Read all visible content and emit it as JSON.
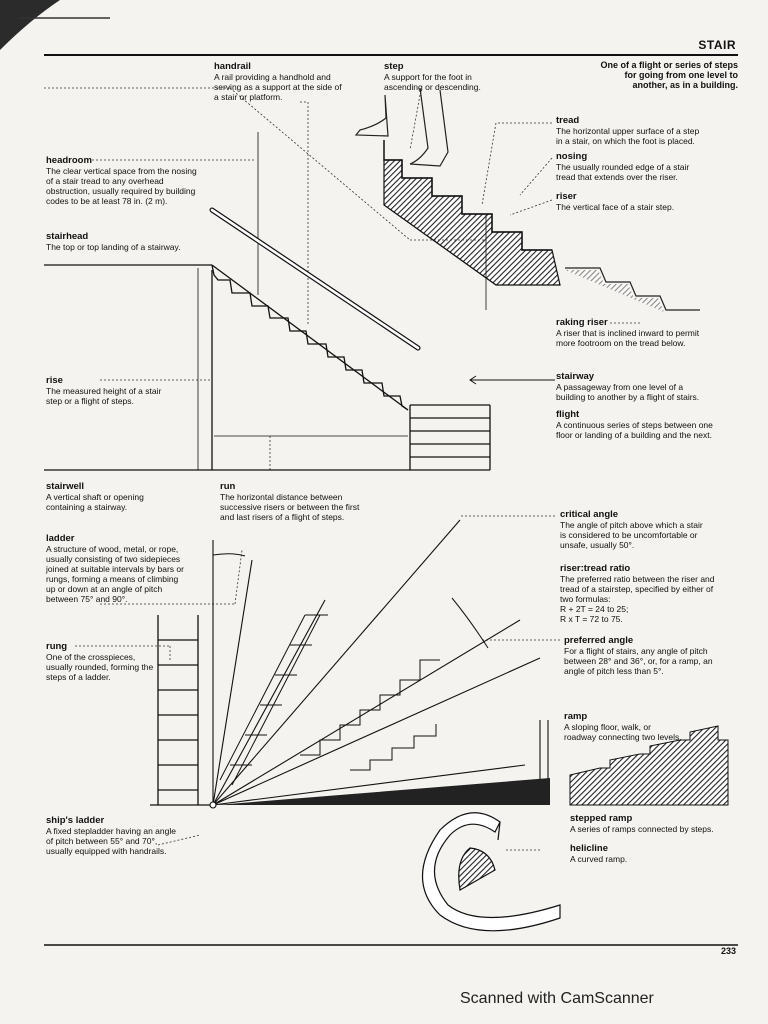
{
  "page_title": "STAIR",
  "page_number": "233",
  "scanner_watermark": "Scanned with CamScanner",
  "stair_intro": "One of a flight or series of steps for going from one level to another, as in a building.",
  "entries": {
    "handrail": {
      "term": "handrail",
      "definition": "A rail providing a handhold and serving as a support at the side of a stair or platform."
    },
    "step": {
      "term": "step",
      "definition": "A support for the foot in ascending or descending."
    },
    "tread": {
      "term": "tread",
      "definition": "The horizontal upper surface of a step in a stair, on which the foot is placed."
    },
    "nosing": {
      "term": "nosing",
      "definition": "The usually rounded edge of a stair tread that extends over the riser."
    },
    "riser": {
      "term": "riser",
      "definition": "The vertical face of a stair step."
    },
    "headroom": {
      "term": "headroom",
      "definition": "The clear vertical space from the nosing of a stair tread to any overhead obstruction, usually required by building codes to be at least 78 in. (2 m)."
    },
    "stairhead": {
      "term": "stairhead",
      "definition": "The top or top landing of a stairway."
    },
    "raking_riser": {
      "term": "raking riser",
      "definition": "A riser that is inclined inward to permit more footroom on the tread below."
    },
    "rise": {
      "term": "rise",
      "definition": "The measured height of a stair step or a flight of steps."
    },
    "stairway": {
      "term": "stairway",
      "definition": "A passageway from one level of a building to another by a flight of stairs."
    },
    "flight": {
      "term": "flight",
      "definition": "A continuous series of steps between one floor or landing of a building and the next."
    },
    "stairwell": {
      "term": "stairwell",
      "definition": "A vertical shaft or opening containing a stairway."
    },
    "run": {
      "term": "run",
      "definition": "The horizontal distance between successive risers or between the first and last risers of a flight of steps."
    },
    "critical_angle": {
      "term": "critical angle",
      "definition": "The angle of pitch above which a stair is considered to be uncomfortable or unsafe, usually 50°."
    },
    "ladder": {
      "term": "ladder",
      "definition": "A structure of wood, metal, or rope, usually consisting of two sidepieces joined at suitable intervals by bars or rungs, forming a means of climbing up or down at an angle of pitch between 75° and 90°."
    },
    "riser_tread_ratio": {
      "term": "riser:tread ratio",
      "definition": "The preferred ratio between the riser and tread of a stairstep, specified by either of two formulas:",
      "formula_1": "R + 2T = 24 to 25;",
      "formula_2": "R x T = 72 to 75."
    },
    "rung": {
      "term": "rung",
      "definition": "One of the crosspieces, usually rounded, forming the steps of a ladder."
    },
    "preferred_angle": {
      "term": "preferred angle",
      "definition": "For a flight of stairs, any angle of pitch between 28° and 36°, or, for a ramp, an angle of pitch less than 5°."
    },
    "ramp": {
      "term": "ramp",
      "definition": "A sloping floor, walk, or roadway connecting two levels."
    },
    "ships_ladder": {
      "term": "ship's ladder",
      "definition": "A fixed stepladder having an angle of pitch between 55° and 70°, usually equipped with handrails."
    },
    "stepped_ramp": {
      "term": "stepped ramp",
      "definition": "A series of ramps connected by steps."
    },
    "helicline": {
      "term": "helicline",
      "definition": "A curved ramp."
    }
  }
}
